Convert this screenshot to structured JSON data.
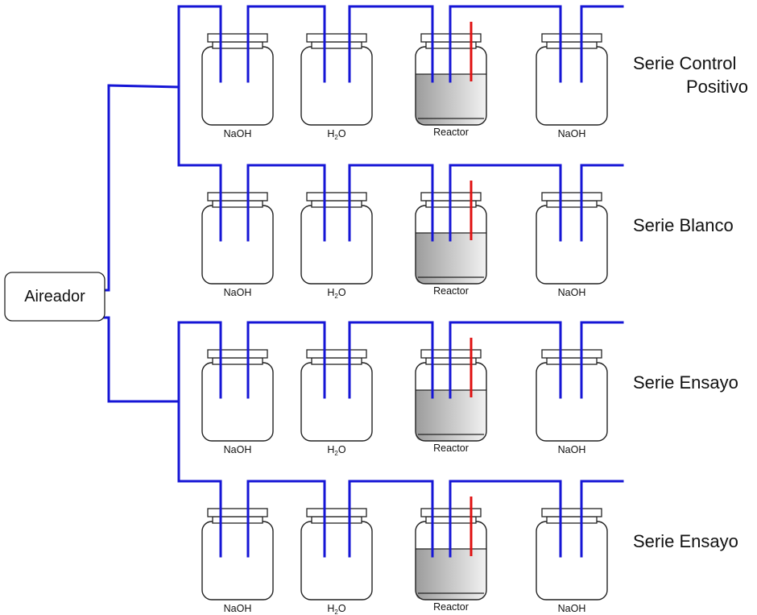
{
  "aerator": {
    "label": "Aireador"
  },
  "colors": {
    "tube": "#1515d6",
    "probe": "#e01010",
    "outline": "#222222",
    "liquid_dark": "#9c9c9c",
    "liquid_light": "#f2f2f2"
  },
  "series": [
    {
      "name": "Serie Control Positivo",
      "name_lines": [
        "Serie Control",
        "Positivo"
      ],
      "bottles": [
        {
          "label": "NaOH"
        },
        {
          "label": "H",
          "sub": "2",
          "label_tail": "O"
        },
        {
          "label": "Reactor"
        },
        {
          "label": "NaOH"
        }
      ]
    },
    {
      "name": "Serie Blanco",
      "name_lines": [
        "Serie Blanco",
        ""
      ],
      "bottles": [
        {
          "label": "NaOH"
        },
        {
          "label": "H",
          "sub": "2",
          "label_tail": "O"
        },
        {
          "label": "Reactor"
        },
        {
          "label": "NaOH"
        }
      ]
    },
    {
      "name": "Serie Ensayo",
      "name_lines": [
        "Serie Ensayo",
        ""
      ],
      "bottles": [
        {
          "label": "NaOH"
        },
        {
          "label": "H",
          "sub": "2",
          "label_tail": "O"
        },
        {
          "label": "Reactor"
        },
        {
          "label": "NaOH"
        }
      ]
    },
    {
      "name": "Serie Ensayo",
      "name_lines": [
        "Serie Ensayo",
        ""
      ],
      "bottles": [
        {
          "label": "NaOH"
        },
        {
          "label": "H",
          "sub": "2",
          "label_tail": "O"
        },
        {
          "label": "Reactor"
        },
        {
          "label": "NaOH"
        }
      ]
    }
  ]
}
